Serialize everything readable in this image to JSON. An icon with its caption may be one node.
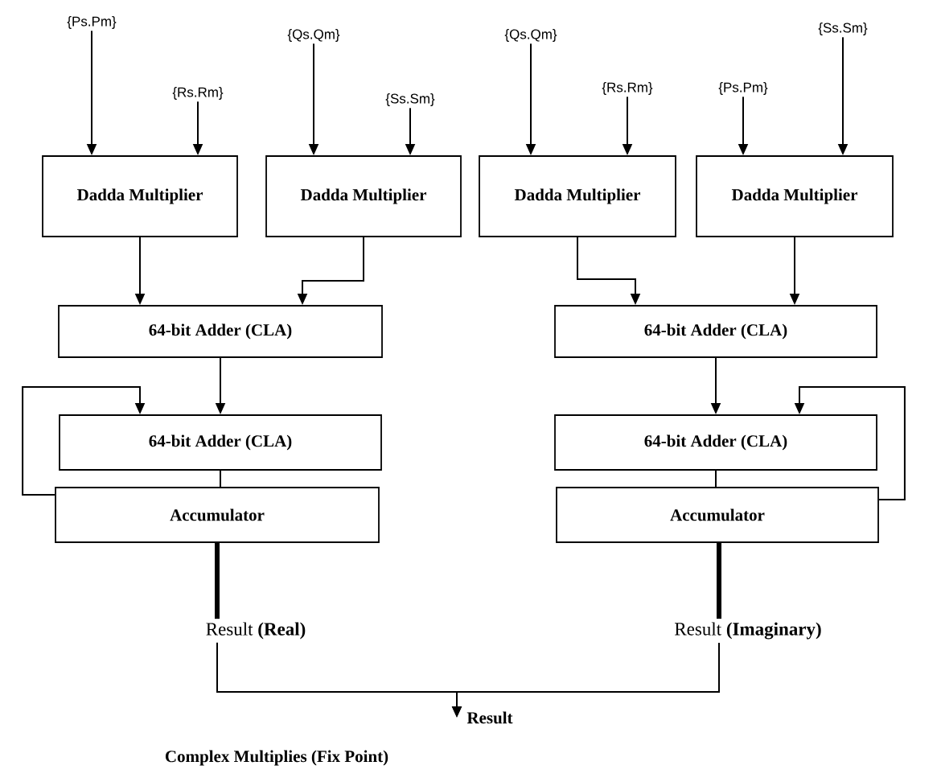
{
  "diagram": {
    "caption": "Complex Multiplies (Fix Point)",
    "nodes": [
      {
        "text": [
          "{Ps.Pm}"
        ]
      },
      {
        "text": [
          "{Qs.Qm}"
        ]
      },
      {
        "text": [
          "{Qs.Qm}"
        ]
      },
      {
        "text": [
          "{Ss.Sm}"
        ]
      },
      {
        "text": [
          "{Rs.Rm}"
        ]
      },
      {
        "text": [
          "{Ss.Sm}"
        ]
      },
      {
        "text": [
          "{Rs.Rm}"
        ]
      },
      {
        "text": [
          "{Ps.Pm}"
        ]
      },
      {
        "text": [
          "Dadda Multiplier"
        ]
      },
      {
        "text": [
          "Dadda Multiplier"
        ]
      },
      {
        "text": [
          "Dadda Multiplier"
        ]
      },
      {
        "text": [
          "Dadda Multiplier"
        ]
      },
      {
        "text": [
          "64-bit Adder (CLA)"
        ]
      },
      {
        "text": [
          "64-bit Adder (CLA)"
        ]
      },
      {
        "text": [
          "64-bit Adder (CLA)"
        ]
      },
      {
        "text": [
          "64-bit Adder (CLA)"
        ]
      },
      {
        "text": [
          "Accumulator"
        ]
      },
      {
        "text": [
          "Accumulator"
        ]
      },
      {
        "text": [
          "Result **(Real)**"
        ]
      },
      {
        "text": [
          "Result **(Imaginary)**"
        ]
      },
      {
        "text": [
          "Result"
        ]
      }
    ],
    "edges": [
      {
        "from": 0,
        "to": 8,
        "arrow": "to"
      },
      {
        "from": 4,
        "to": 8,
        "arrow": "to"
      },
      {
        "from": 1,
        "to": 9,
        "arrow": "to"
      },
      {
        "from": 5,
        "to": 9,
        "arrow": "to"
      },
      {
        "from": 2,
        "to": 10,
        "arrow": "to"
      },
      {
        "from": 6,
        "to": 10,
        "arrow": "to"
      },
      {
        "from": 7,
        "to": 11,
        "arrow": "to"
      },
      {
        "from": 3,
        "to": 11,
        "arrow": "to"
      },
      {
        "from": 8,
        "to": 12,
        "arrow": "to"
      },
      {
        "from": 9,
        "to": 12,
        "arrow": "to"
      },
      {
        "from": 10,
        "to": 13,
        "arrow": "to"
      },
      {
        "from": 11,
        "to": 13,
        "arrow": "to"
      },
      {
        "from": 12,
        "to": 14,
        "arrow": "to"
      },
      {
        "from": 13,
        "to": 15,
        "arrow": "to"
      },
      {
        "from": 16,
        "to": 14,
        "arrow": "to"
      },
      {
        "from": 17,
        "to": 15,
        "arrow": "to"
      },
      {
        "from": 14,
        "to": 16,
        "arrow": "none"
      },
      {
        "from": 15,
        "to": 17,
        "arrow": "none"
      },
      {
        "from": 16,
        "to": 18,
        "arrow": "none",
        "style": "thick"
      },
      {
        "from": 17,
        "to": 19,
        "arrow": "none",
        "style": "thick"
      },
      {
        "from": 18,
        "to": 20,
        "arrow": "to"
      },
      {
        "from": 19,
        "to": 20,
        "arrow": "to"
      }
    ]
  }
}
